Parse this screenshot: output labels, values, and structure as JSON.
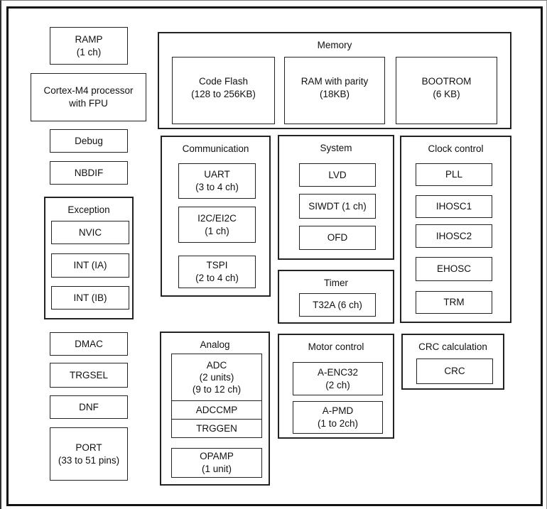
{
  "colors": {
    "border": "#111111",
    "background": "#ffffff",
    "text": "#111111"
  },
  "left_column": {
    "ramp": "RAMP\n(1 ch)",
    "cortex_m4": "Cortex-M4 processor\nwith FPU",
    "debug": "Debug",
    "nbdif": "NBDIF",
    "dmac": "DMAC",
    "trgsel": "TRGSEL",
    "dnf": "DNF",
    "port": "PORT\n(33 to 51 pins)"
  },
  "groups": {
    "exception": {
      "title": "Exception",
      "items": {
        "nvic": "NVIC",
        "int_ia": "INT (IA)",
        "int_ib": "INT (IB)"
      }
    },
    "memory": {
      "title": "Memory",
      "items": {
        "code_flash": "Code Flash\n(128 to 256KB)",
        "ram_with_parity": "RAM with parity\n(18KB)",
        "bootrom": "BOOTROM\n(6 KB)"
      }
    },
    "communication": {
      "title": "Communication",
      "items": {
        "uart": "UART\n(3 to 4 ch)",
        "i2c_ei2c": "I2C/EI2C\n(1 ch)",
        "tspi": "TSPI\n(2 to 4 ch)"
      }
    },
    "system": {
      "title": "System",
      "items": {
        "lvd": "LVD",
        "siwdt": "SIWDT (1 ch)",
        "ofd": "OFD"
      }
    },
    "timer": {
      "title": "Timer",
      "items": {
        "t32a": "T32A (6 ch)"
      }
    },
    "clock_control": {
      "title": "Clock control",
      "items": {
        "pll": "PLL",
        "ihosc1": "IHOSC1",
        "ihosc2": "IHOSC2",
        "ehosc": "EHOSC",
        "trm": "TRM"
      }
    },
    "analog": {
      "title": "Analog",
      "items": {
        "adc": "ADC\n(2 units)\n(9 to 12 ch)",
        "adccmp": "ADCCMP",
        "trggen": "TRGGEN",
        "opamp": "OPAMP\n(1 unit)"
      }
    },
    "motor_control": {
      "title": "Motor control",
      "items": {
        "a_enc32": "A-ENC32\n(2 ch)",
        "a_pmd": "A-PMD\n(1 to 2ch)"
      }
    },
    "crc_calculation": {
      "title": "CRC calculation",
      "items": {
        "crc": "CRC"
      }
    }
  }
}
